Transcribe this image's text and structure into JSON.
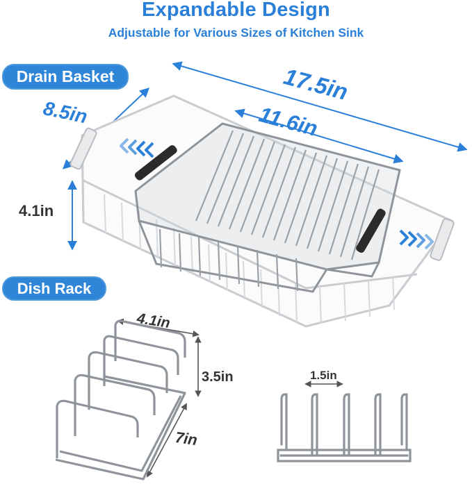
{
  "heading": {
    "title": "Expandable Design",
    "subtitle": "Adjustable for Various Sizes of Kitchen Sink"
  },
  "sections": {
    "drain_basket": "Drain Basket",
    "dish_rack": "Dish Rack"
  },
  "drain_basket_dims": {
    "length_max": "17.5in",
    "length_min": "11.6in",
    "width": "8.5in",
    "height": "4.1in"
  },
  "dish_rack_dims": {
    "width": "4.1in",
    "height": "3.5in",
    "length": "7in",
    "slot_gap": "1.5in"
  },
  "colors": {
    "accent": "#2a7fd8",
    "pill": "#2f86d9",
    "steel": "#9aa0a6",
    "dark_handle": "#2b2b2b"
  }
}
